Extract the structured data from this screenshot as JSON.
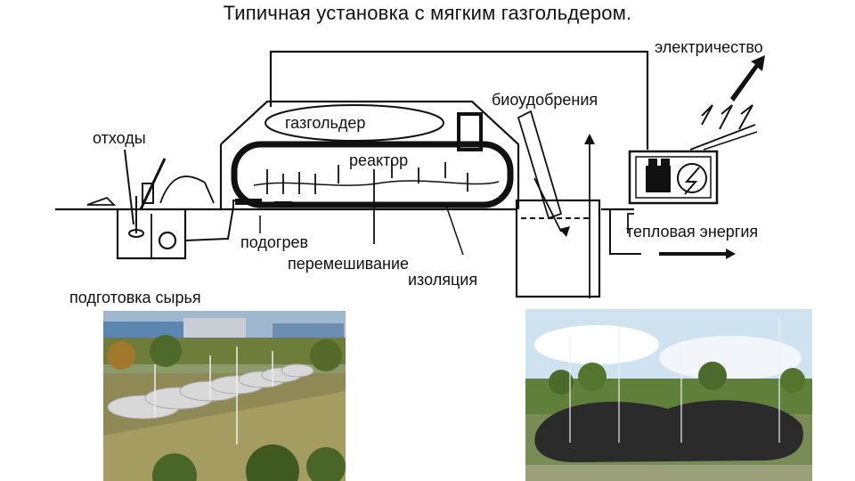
{
  "title": "Типичная установка с мягким газгольдером.",
  "labels": {
    "electricity": "электричество",
    "biofertilizer": "биоудобрения",
    "gasholder": "газгольдер",
    "waste": "отходы",
    "reactor": "реактор",
    "thermal_energy": "тепловая энергия",
    "heating": "подогрев",
    "mixing": "перемешивание",
    "insulation": "изоляция",
    "feedstock_preparation": "подготовка сырья"
  },
  "colors": {
    "line": "#111111",
    "gasholder_photo_bag": "#2b2b2b",
    "field_bag": "#d8d8d8"
  }
}
